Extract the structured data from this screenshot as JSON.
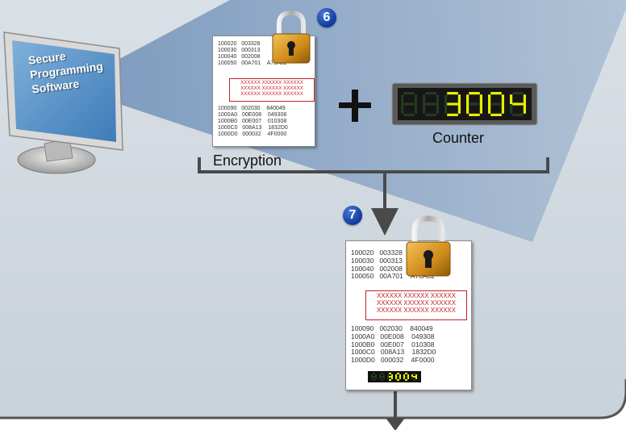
{
  "monitor": {
    "text_lines": [
      "Secure",
      "Programming",
      "Software"
    ]
  },
  "steps": {
    "step6": "6",
    "step7": "7"
  },
  "plus_sign": "+",
  "counter": {
    "label": "Counter",
    "value": "3004"
  },
  "encryption_label": "Encryption",
  "document_top": {
    "lines_a": [
      "100020   003328",
      "100030   000313",
      "100040   002008",
      "100050   00A701    A70A82"
    ],
    "red_lines": [
      "XXXXXX  XXXXXX  XXXXXX",
      "XXXXXX  XXXXXX  XXXXXX",
      "XXXXXX  XXXXXX  XXXXXX"
    ],
    "lines_b": [
      "100090   002030    840049",
      "1000A0   00E008    049308",
      "1000B0   00E007    010308",
      "1000C0   008A13    1832D0",
      "1000D0   000032    4F0000"
    ]
  },
  "document_bottom": {
    "lines_a": [
      "100020   003328",
      "100030   000313",
      "100040   002008",
      "100050   00A701    A70A82"
    ],
    "red_lines": [
      "XXXXXX  XXXXXX  XXXXXX",
      "XXXXXX  XXXXXX  XXXXXX",
      "XXXXXX  XXXXXX  XXXXXX"
    ],
    "lines_b": [
      "100090   002030    840049",
      "1000A0   00E008    049308",
      "1000B0   00E007    010308",
      "1000C0   008A13    1832D0",
      "1000D0   000032    4F0000"
    ],
    "counter_value": "3004"
  },
  "colors": {
    "background_panel": "#cdd6de",
    "beam": "#8fa9c6",
    "segment_on": "#e6f000",
    "segment_off": "#243a20"
  }
}
